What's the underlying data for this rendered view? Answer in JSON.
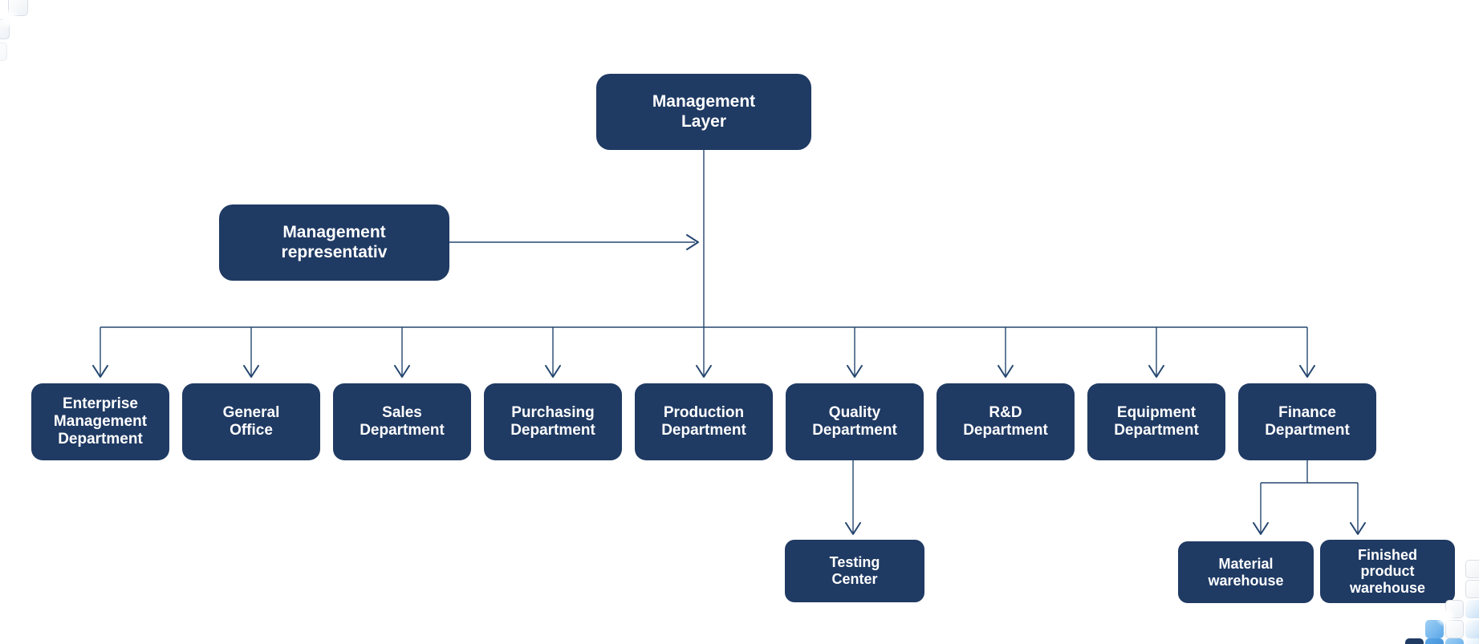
{
  "theme": {
    "node_fill": "#1f3a63",
    "line_color": "#25466f",
    "node_text": "#ffffff",
    "canvas_bg": "#ffffff",
    "deco_blue_bright": "#5aa7e8",
    "deco_blue_light": "#cfe4f7",
    "deco_blue_mid": "#3f8ad2"
  },
  "org_chart": {
    "root": {
      "label": "Management Layer"
    },
    "staff": {
      "label": "Management representativ"
    },
    "departments": [
      {
        "label": "Enterprise Management Department"
      },
      {
        "label": "General Office"
      },
      {
        "label": "Sales Department"
      },
      {
        "label": "Purchasing Department"
      },
      {
        "label": "Production Department"
      },
      {
        "label": "Quality Department"
      },
      {
        "label": "R&D Department"
      },
      {
        "label": "Equipment Department"
      },
      {
        "label": "Finance Department"
      }
    ],
    "quality_children": [
      {
        "label": "Testing Center"
      }
    ],
    "finance_children": [
      {
        "label": "Material warehouse"
      },
      {
        "label": "Finished product warehouse"
      }
    ]
  }
}
